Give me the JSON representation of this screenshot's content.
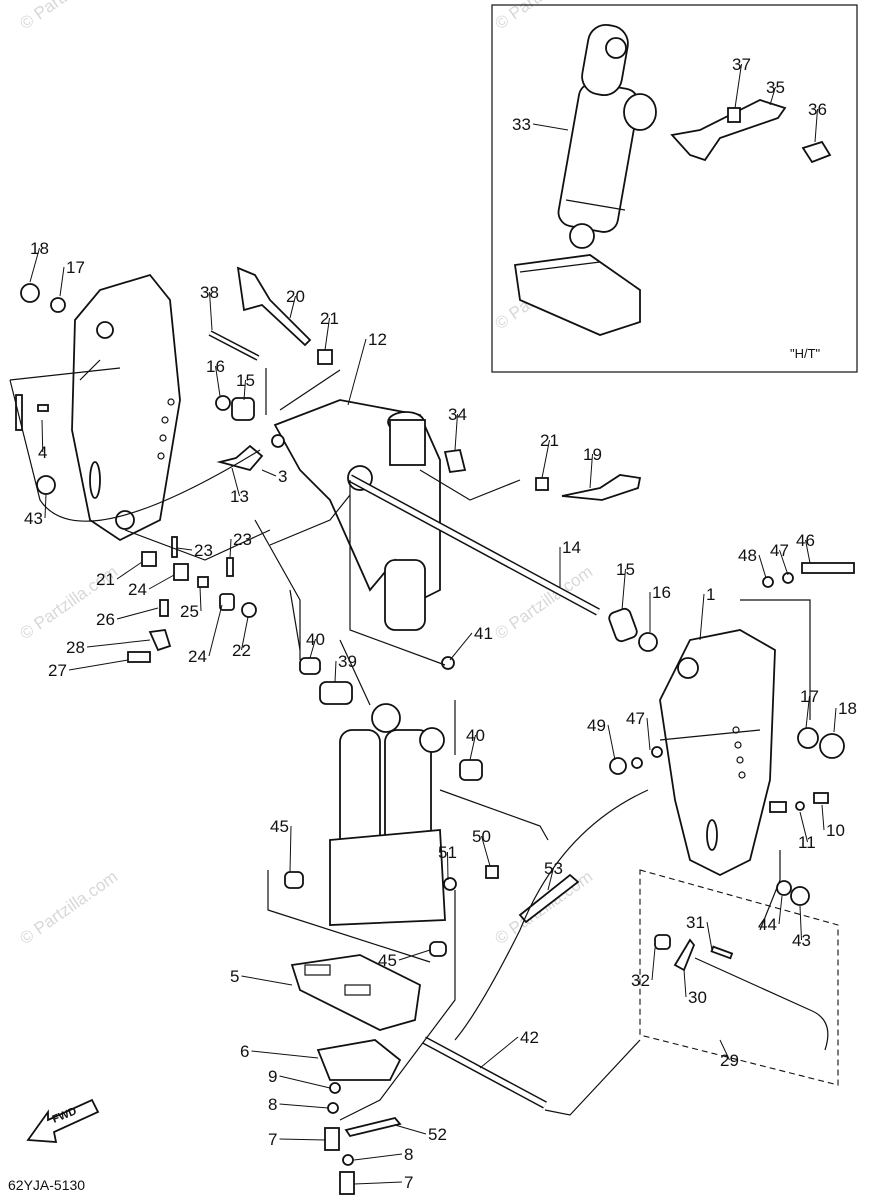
{
  "diagram": {
    "code": "62YJA-5130",
    "inset_label": "\"H/T\"",
    "fwd_label": "FWD",
    "watermark": "© Partzilla.com",
    "colors": {
      "line": "#111111",
      "background": "#ffffff",
      "watermark": "#d8d8d8"
    }
  },
  "callouts": [
    {
      "id": "c1",
      "text": "1"
    },
    {
      "id": "c3",
      "text": "3"
    },
    {
      "id": "c4",
      "text": "4"
    },
    {
      "id": "c5",
      "text": "5"
    },
    {
      "id": "c6",
      "text": "6"
    },
    {
      "id": "c7a",
      "text": "7"
    },
    {
      "id": "c7b",
      "text": "7"
    },
    {
      "id": "c8a",
      "text": "8"
    },
    {
      "id": "c8b",
      "text": "8"
    },
    {
      "id": "c9",
      "text": "9"
    },
    {
      "id": "c10",
      "text": "10"
    },
    {
      "id": "c11",
      "text": "11"
    },
    {
      "id": "c12",
      "text": "12"
    },
    {
      "id": "c13",
      "text": "13"
    },
    {
      "id": "c14",
      "text": "14"
    },
    {
      "id": "c15a",
      "text": "15"
    },
    {
      "id": "c15b",
      "text": "15"
    },
    {
      "id": "c16a",
      "text": "16"
    },
    {
      "id": "c16b",
      "text": "16"
    },
    {
      "id": "c17a",
      "text": "17"
    },
    {
      "id": "c17b",
      "text": "17"
    },
    {
      "id": "c18a",
      "text": "18"
    },
    {
      "id": "c18b",
      "text": "18"
    },
    {
      "id": "c19",
      "text": "19"
    },
    {
      "id": "c20",
      "text": "20"
    },
    {
      "id": "c21a",
      "text": "21"
    },
    {
      "id": "c21b",
      "text": "21"
    },
    {
      "id": "c21c",
      "text": "21"
    },
    {
      "id": "c22",
      "text": "22"
    },
    {
      "id": "c23a",
      "text": "23"
    },
    {
      "id": "c23b",
      "text": "23"
    },
    {
      "id": "c24a",
      "text": "24"
    },
    {
      "id": "c24b",
      "text": "24"
    },
    {
      "id": "c25",
      "text": "25"
    },
    {
      "id": "c26",
      "text": "26"
    },
    {
      "id": "c27",
      "text": "27"
    },
    {
      "id": "c28",
      "text": "28"
    },
    {
      "id": "c29",
      "text": "29"
    },
    {
      "id": "c30",
      "text": "30"
    },
    {
      "id": "c31",
      "text": "31"
    },
    {
      "id": "c32",
      "text": "32"
    },
    {
      "id": "c33",
      "text": "33"
    },
    {
      "id": "c34",
      "text": "34"
    },
    {
      "id": "c35",
      "text": "35"
    },
    {
      "id": "c36",
      "text": "36"
    },
    {
      "id": "c37",
      "text": "37"
    },
    {
      "id": "c38",
      "text": "38"
    },
    {
      "id": "c39",
      "text": "39"
    },
    {
      "id": "c40a",
      "text": "40"
    },
    {
      "id": "c40b",
      "text": "40"
    },
    {
      "id": "c41",
      "text": "41"
    },
    {
      "id": "c42",
      "text": "42"
    },
    {
      "id": "c43a",
      "text": "43"
    },
    {
      "id": "c43b",
      "text": "43"
    },
    {
      "id": "c44",
      "text": "44"
    },
    {
      "id": "c45a",
      "text": "45"
    },
    {
      "id": "c45b",
      "text": "45"
    },
    {
      "id": "c46",
      "text": "46"
    },
    {
      "id": "c47a",
      "text": "47"
    },
    {
      "id": "c47b",
      "text": "47"
    },
    {
      "id": "c48",
      "text": "48"
    },
    {
      "id": "c49",
      "text": "49"
    },
    {
      "id": "c50",
      "text": "50"
    },
    {
      "id": "c51",
      "text": "51"
    },
    {
      "id": "c52",
      "text": "52"
    },
    {
      "id": "c53",
      "text": "53"
    }
  ]
}
